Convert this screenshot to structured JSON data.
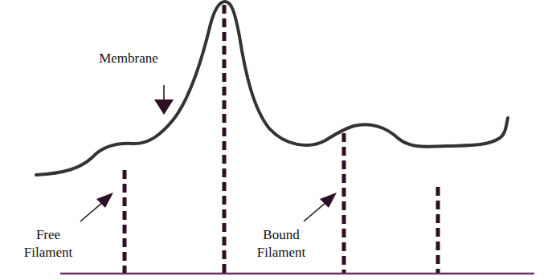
{
  "diagram": {
    "labels": [
      "Membrane",
      "Free Filament",
      "Bound Filament"
    ]
  }
}
